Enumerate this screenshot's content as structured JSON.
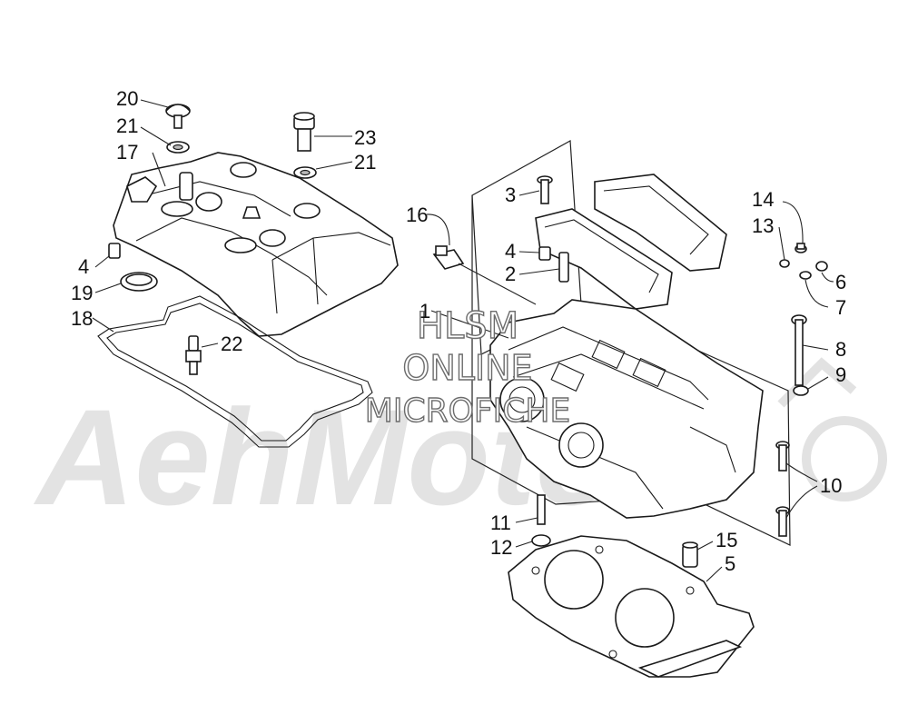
{
  "watermark": {
    "brand_big": "AehMoto",
    "line1": "HLSM",
    "line2": "ONLINE",
    "line3": "MICROFICHE"
  },
  "callouts": [
    {
      "id": "c20",
      "label": "20"
    },
    {
      "id": "c21a",
      "label": "21"
    },
    {
      "id": "c17",
      "label": "17"
    },
    {
      "id": "c23",
      "label": "23"
    },
    {
      "id": "c21b",
      "label": "21"
    },
    {
      "id": "c4a",
      "label": "4"
    },
    {
      "id": "c19",
      "label": "19"
    },
    {
      "id": "c18",
      "label": "18"
    },
    {
      "id": "c22",
      "label": "22"
    },
    {
      "id": "c16",
      "label": "16"
    },
    {
      "id": "c3",
      "label": "3"
    },
    {
      "id": "c4b",
      "label": "4"
    },
    {
      "id": "c2",
      "label": "2"
    },
    {
      "id": "c1",
      "label": "1"
    },
    {
      "id": "c14",
      "label": "14"
    },
    {
      "id": "c13",
      "label": "13"
    },
    {
      "id": "c6",
      "label": "6"
    },
    {
      "id": "c7",
      "label": "7"
    },
    {
      "id": "c8",
      "label": "8"
    },
    {
      "id": "c9",
      "label": "9"
    },
    {
      "id": "c10",
      "label": "10"
    },
    {
      "id": "c11",
      "label": "11"
    },
    {
      "id": "c12",
      "label": "12"
    },
    {
      "id": "c15",
      "label": "15"
    },
    {
      "id": "c5",
      "label": "5"
    }
  ]
}
